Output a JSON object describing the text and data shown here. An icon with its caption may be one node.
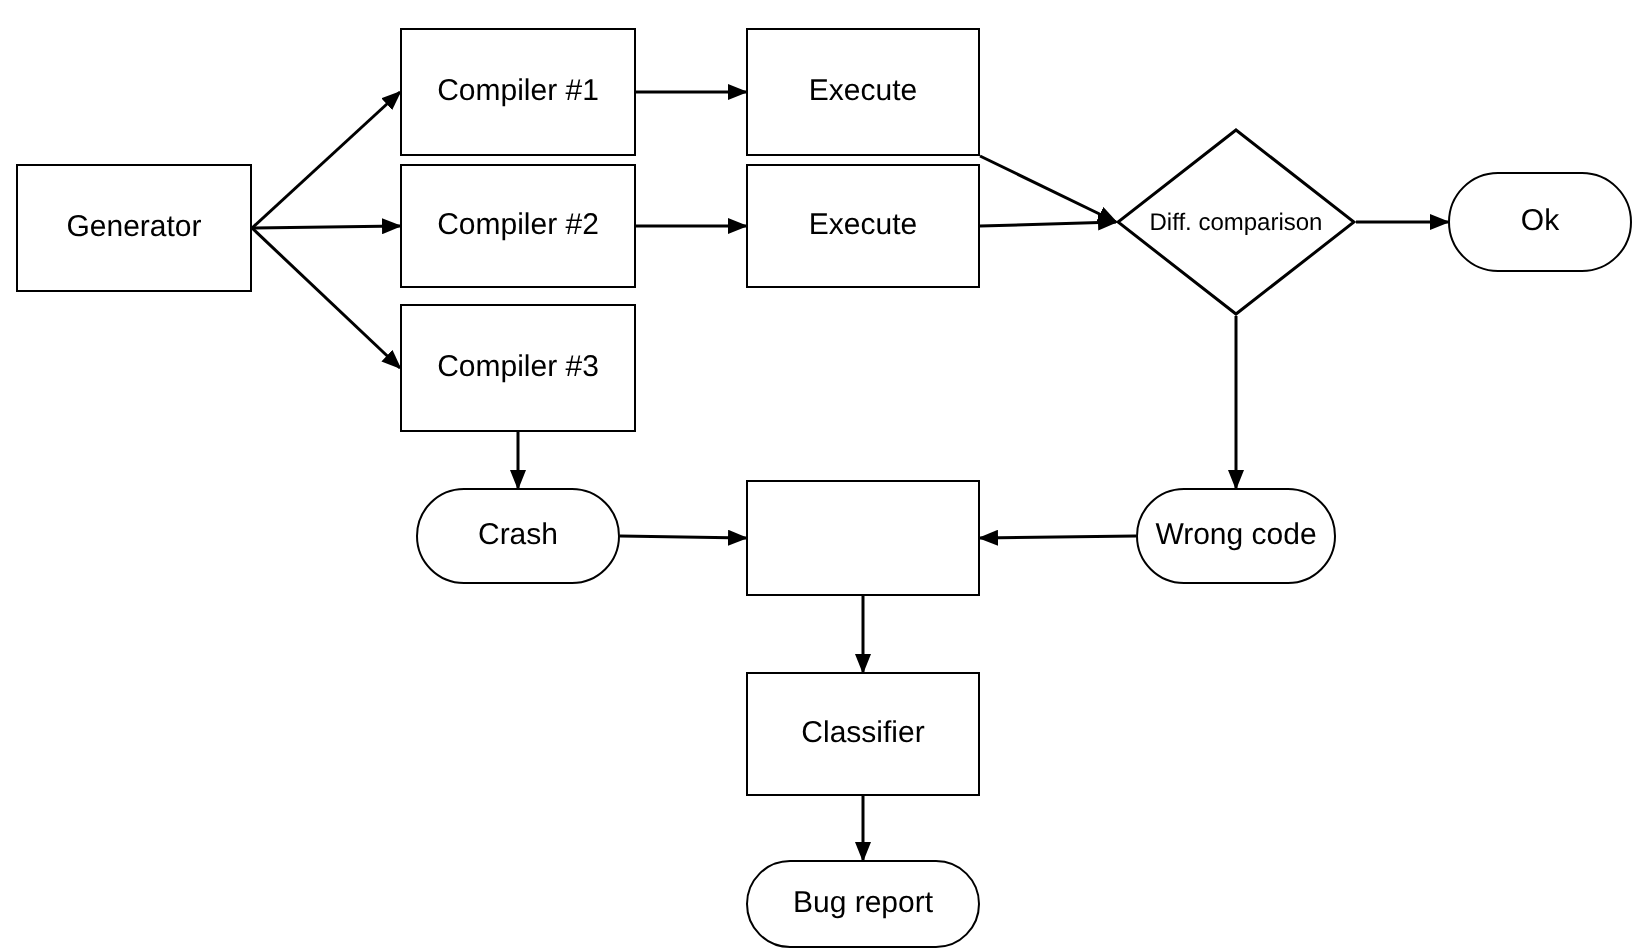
{
  "diagram": {
    "nodes": [
      {
        "text": [
          "Generator"
        ]
      },
      {
        "text": [
          "Compiler #1"
        ]
      },
      {
        "text": [
          "Compiler #2"
        ]
      },
      {
        "text": [
          "Compiler #3"
        ]
      },
      {
        "text": [
          "Execute"
        ]
      },
      {
        "text": [
          "Execute"
        ]
      },
      {
        "text": [
          "Diff. comparison"
        ]
      },
      {
        "text": [
          "Ok"
        ]
      },
      {
        "text": [
          "Crash"
        ]
      },
      {
        "text": [],
        "shape": "box"
      },
      {
        "text": [
          "Wrong code"
        ]
      },
      {
        "text": [
          "Classifier"
        ]
      },
      {
        "text": [
          "Bug report"
        ]
      }
    ],
    "edges": [
      {
        "from": 0,
        "to": 1,
        "arrow": "to"
      },
      {
        "from": 0,
        "to": 2,
        "arrow": "to"
      },
      {
        "from": 0,
        "to": 3,
        "arrow": "to"
      },
      {
        "from": 1,
        "to": 4,
        "arrow": "to"
      },
      {
        "from": 2,
        "to": 5,
        "arrow": "to"
      },
      {
        "from": 4,
        "to": 6,
        "arrow": "to"
      },
      {
        "from": 5,
        "to": 6,
        "arrow": "to"
      },
      {
        "from": 6,
        "to": 7,
        "arrow": "to"
      },
      {
        "from": 6,
        "to": 10,
        "arrow": "to"
      },
      {
        "from": 3,
        "to": 8,
        "arrow": "to"
      },
      {
        "from": 8,
        "to": 9,
        "arrow": "to"
      },
      {
        "from": 10,
        "to": 9,
        "arrow": "to"
      },
      {
        "from": 9,
        "to": 11,
        "arrow": "to"
      },
      {
        "from": 11,
        "to": 12,
        "arrow": "to"
      }
    ]
  }
}
